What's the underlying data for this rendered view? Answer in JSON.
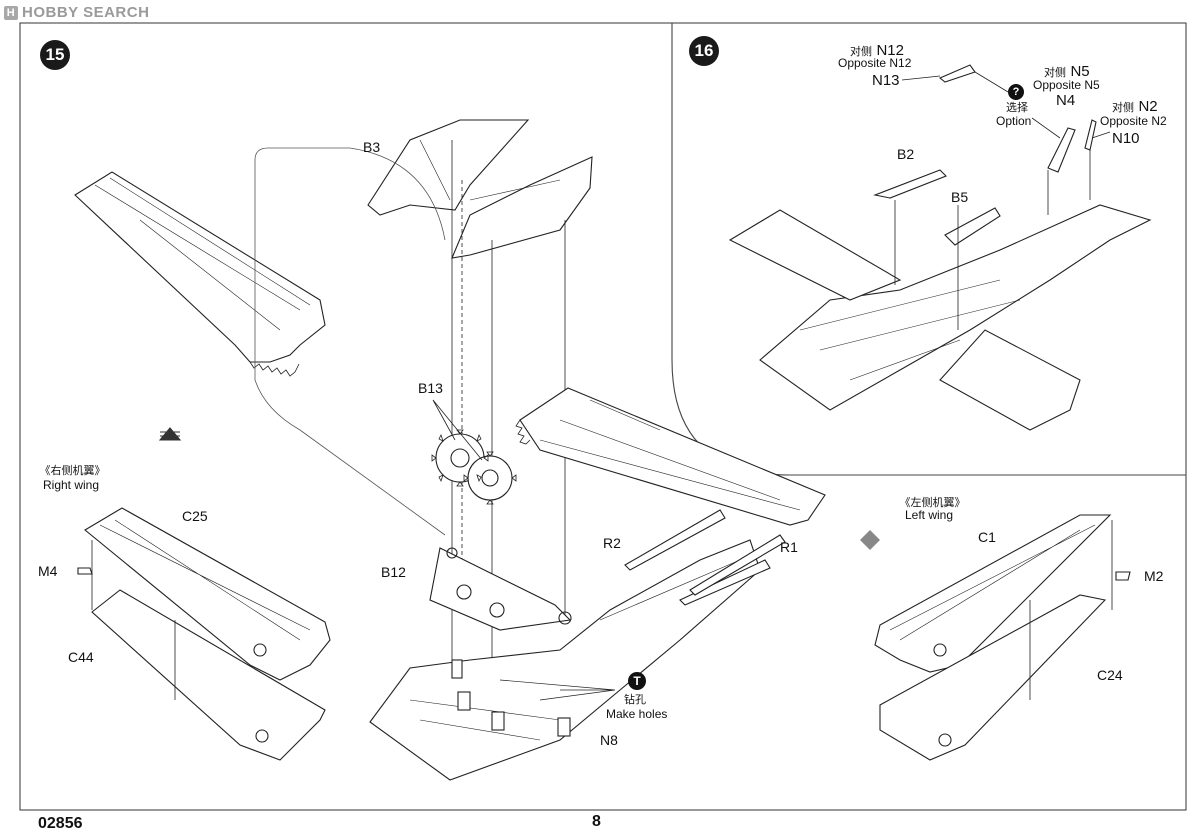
{
  "watermark": {
    "logo_letter": "H",
    "text": "HOBBY SEARCH"
  },
  "steps": {
    "step15": "15",
    "step16": "16"
  },
  "step15": {
    "b3": "B3",
    "b13": "B13",
    "b12": "B12",
    "right_wing_cn": "《右侧机翼》",
    "right_wing_en": "Right wing",
    "c25": "C25",
    "m4": "M4",
    "c44": "C44",
    "r2": "R2",
    "r1": "R1",
    "holes_icon": "T",
    "holes_cn": "钻孔",
    "holes_en": "Make holes",
    "n8": "N8"
  },
  "step16": {
    "n12_cn": "对侧",
    "n12": "N12",
    "n12_opp": "Opposite N12",
    "n13": "N13",
    "n5_cn": "对侧",
    "n5": "N5",
    "n5_opp": "Opposite N5",
    "option_icon": "?",
    "option_cn": "选择",
    "option_en": "Option",
    "n4": "N4",
    "n2_cn": "对侧",
    "n2": "N2",
    "n2_opp": "Opposite N2",
    "n10": "N10",
    "b2": "B2",
    "b5": "B5"
  },
  "left_wing": {
    "cn": "《左侧机翼》",
    "en": "Left wing",
    "c1": "C1",
    "m2": "M2",
    "c24": "C24"
  },
  "footer": {
    "code": "02856",
    "page": "8"
  }
}
